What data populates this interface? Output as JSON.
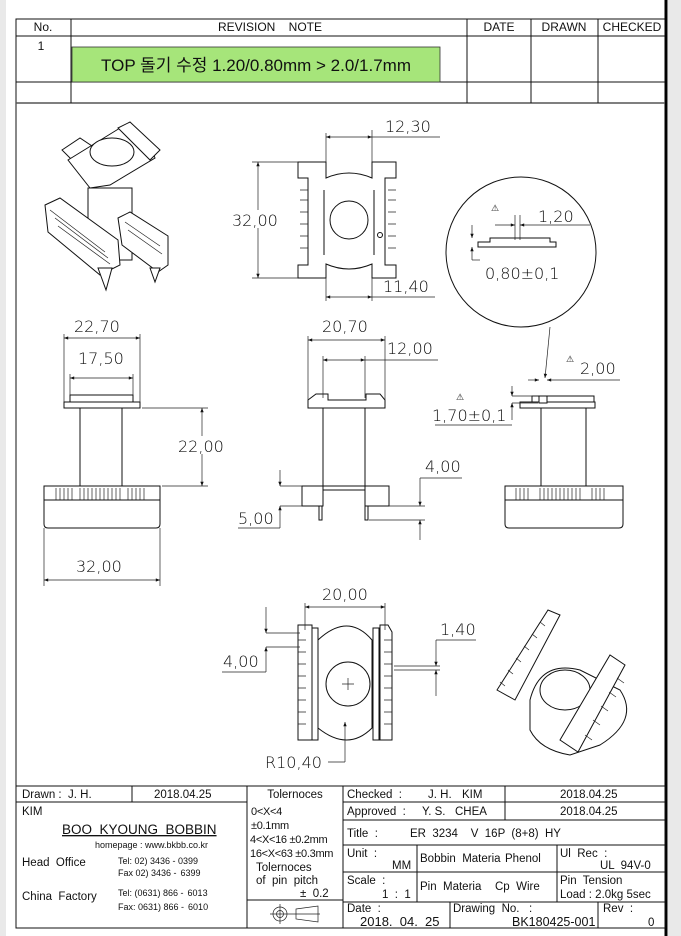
{
  "revision_table": {
    "headers": {
      "no": "No.",
      "note": "REVISION    NOTE",
      "date": "DATE",
      "drawn": "DRAWN",
      "checked": "CHECKED"
    },
    "rows": [
      {
        "no": "1",
        "note": "TOP 돌기 수정 1.20/0.80mm > 2.0/1.7mm",
        "highlight": "#a6e57a"
      }
    ]
  },
  "dimensions": {
    "top_width": "12,30",
    "top_height": "32,00",
    "top_bottom_width": "11,40",
    "detail_upper": "1,20",
    "detail_lower": "0,80±0,1",
    "left_flange_outer": "22,70",
    "left_flange_inner": "17,50",
    "left_height": "22,00",
    "left_base_width": "32,00",
    "mid_flange_outer": "20,70",
    "mid_flange_inner": "12,00",
    "mid_base": "5,00",
    "mid_pin": "4,00",
    "right_top": "2,00",
    "right_height": "1,70±0,1",
    "bottom_span": "20,00",
    "bottom_pitch": "4,00",
    "bottom_pin": "1,40",
    "bottom_radius": "R10,40",
    "warning_symbol": "⚠"
  },
  "title_block": {
    "drawn": "Drawn :  J. H.",
    "drawn_name2": "KIM",
    "drawn_date": "2018.04.25",
    "company": "BOO  KYOUNG  BOBBIN",
    "homepage": "homepage  :  www.bkbb.co.kr",
    "head_office": "Head  Office",
    "head_tel": "Tel:    02) 3436  -  0399",
    "head_fax": "Fax  02)  3436  -",
    "head_fax2": "6399",
    "china_factory": "China  Factory",
    "china_tel": "Tel:  (0631)  866  -",
    "china_tel2": "6013",
    "china_fax": "Fax: 0631)  866  -",
    "china_fax2": "6010",
    "tolerances_title": "Tolernoces",
    "tol_1": "0<X<4",
    "tol_1v": "±0.1mm",
    "tol_2": "4<X<16   ±0.2mm",
    "tol_3": "16<X<63  ±0.3mm",
    "pin_tol_title": "Tolernoces",
    "pin_tol_sub": "of  pin  pitch",
    "pin_tol_value": "±  0.2",
    "checked": "Checked  :",
    "checked_name": "J. H.",
    "checked_name2": "KIM",
    "checked_date": "2018.04.25",
    "approved": "Approved  :",
    "approved_name": "Y. S.",
    "approved_name2": "CHEA",
    "approved_date": "2018.04.25",
    "title_label": "Title  :",
    "title_value": "ER  3234    V  16P  (8+8)  HY",
    "unit_label": "Unit  :",
    "unit_value": "MM",
    "bobbin_material_label": "Bobbin  Materia",
    "bobbin_material_value": "Phenol",
    "ul_label": "Ul  Rec  :",
    "ul_value": "UL  94V-0",
    "scale_label": "Scale  :",
    "scale_value": "1  :  1",
    "pin_material_label": "Pin  Materia",
    "pin_material_value": "Cp  Wire",
    "pin_tension_label": "Pin  Tension",
    "pin_tension_value": "Load  :  2.0kg  5sec",
    "date_label": "Date  :",
    "date_value": "2018.  04.  25",
    "drawing_no_label": "Drawing  No.   :",
    "drawing_no_value": "BK180425-001",
    "rev_label": "Rev  :",
    "rev_value": "0"
  }
}
